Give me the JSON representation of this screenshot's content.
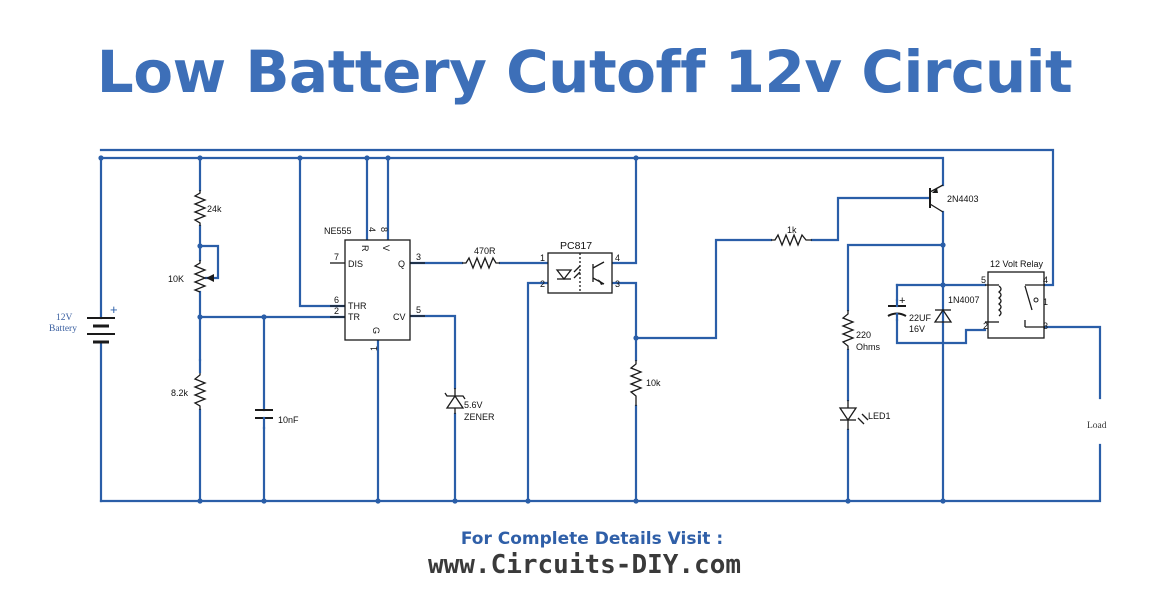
{
  "title": "Low Battery Cutoff 12v Circuit",
  "footer": {
    "line1": "For Complete Details Visit :",
    "line2": "www.Circuits-DIY.com"
  },
  "colors": {
    "title": "#3d6fb8",
    "wire": "#2a5ea8",
    "footer_link": "#3a3a3a"
  },
  "components": {
    "battery": {
      "value": "12V",
      "name": "Battery"
    },
    "r_24k": "24k",
    "pot_10k": "10K",
    "r_8_2k": "8.2k",
    "c_10nf": "10nF",
    "ic": {
      "name": "NE555",
      "pins": {
        "dis": "DIS",
        "q": "Q",
        "thr": "THR",
        "tr": "TR",
        "cv": "CV",
        "r": "R",
        "v": "V",
        "g": "G",
        "p7": "7",
        "p3": "3",
        "p6": "6",
        "p2": "2",
        "p5": "5",
        "p1": "1",
        "p4": "4",
        "p8": "8"
      }
    },
    "zener": {
      "value": "5.6V",
      "type": "ZENER"
    },
    "r_470": "470R",
    "opto": {
      "name": "PC817",
      "p1": "1",
      "p2": "2",
      "p3": "3",
      "p4": "4"
    },
    "r_10k": "10k",
    "r_1k": "1k",
    "transistor": "2N4403",
    "r_220": {
      "value": "220",
      "unit": "Ohms"
    },
    "led": "LED1",
    "cap": {
      "value": "22UF",
      "voltage": "16V"
    },
    "diode": "1N4007",
    "relay": {
      "name": "12 Volt Relay",
      "p1": "1",
      "p2": "2",
      "p3": "3",
      "p4": "4",
      "p5": "5"
    },
    "load": "Load"
  }
}
